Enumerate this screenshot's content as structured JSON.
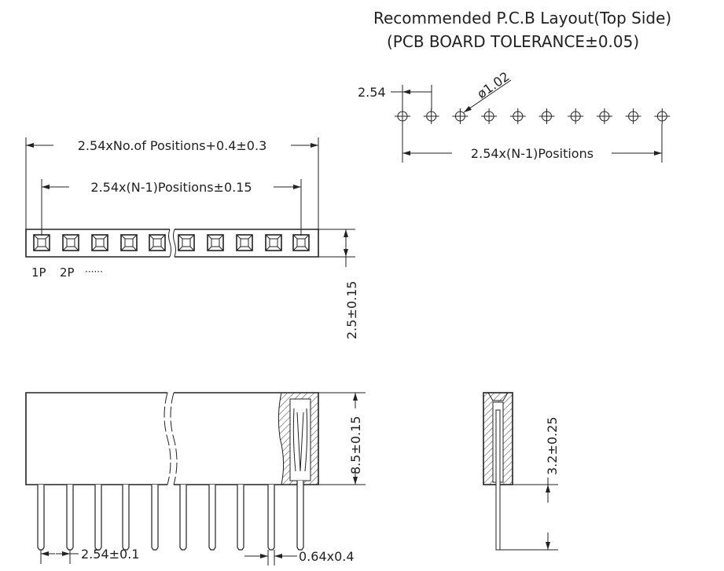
{
  "title": {
    "line1": "Recommended P.C.B Layout(Top Side)",
    "line2": "(PCB BOARD TOLERANCE±0.05)"
  },
  "pcb_layout": {
    "pitch_label": "2.54",
    "hole_dia_label": "ø1.02",
    "span_label": "2.54x(N-1)Positions",
    "hole_count": 10
  },
  "top_view": {
    "overall_length_label": "2.54xNo.of Positions+0.4±0.3",
    "pin_span_label": "2.54x(N-1)Positions±0.15",
    "width_label": "2.5±0.15",
    "pin1_label": "1P",
    "pin2_label": "2P",
    "ellipsis_label": "······",
    "position_count": 10
  },
  "side_view": {
    "height_label": "8.5±0.15",
    "pitch_label": "2.54±0.1",
    "pin_size_label": "0.64x0.4",
    "pin_count": 10
  },
  "end_view": {
    "tail_length_label": "3.2±0.25"
  }
}
